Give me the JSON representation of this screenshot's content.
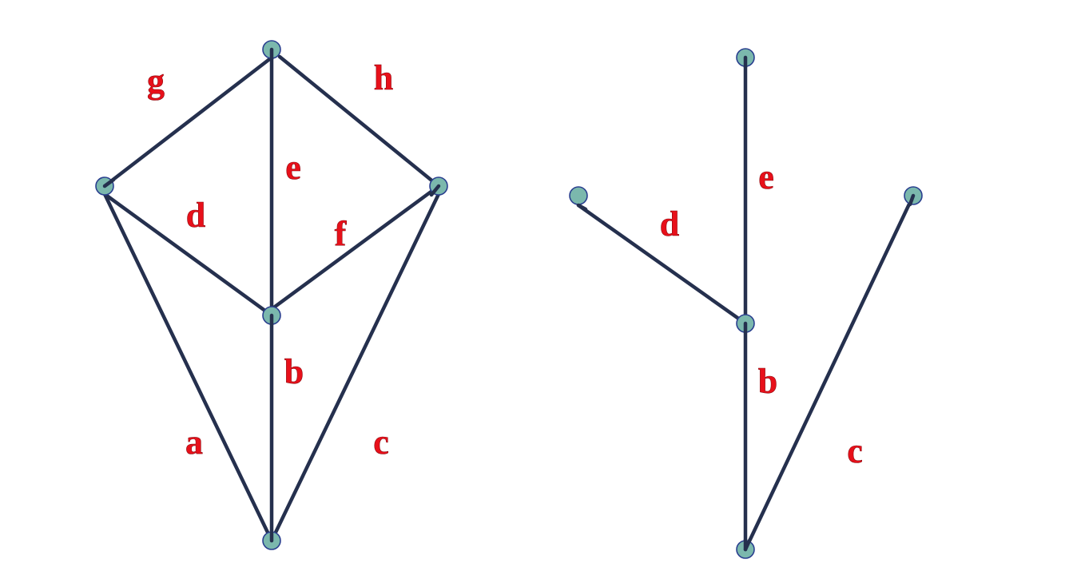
{
  "graph": {
    "title": "",
    "labels": {
      "a": "a",
      "b": "b",
      "c": "c",
      "d": "d",
      "e": "e",
      "f": "f",
      "g": "g",
      "h": "h"
    },
    "colors": {
      "edge": "#25304e",
      "node_fill": "#7bb8ad",
      "node_stroke": "#2a3f8f",
      "label": "#e8101a"
    }
  },
  "spanning_tree": {
    "title": "",
    "labels": {
      "b": "b",
      "c": "c",
      "d": "d",
      "e": "e"
    }
  }
}
